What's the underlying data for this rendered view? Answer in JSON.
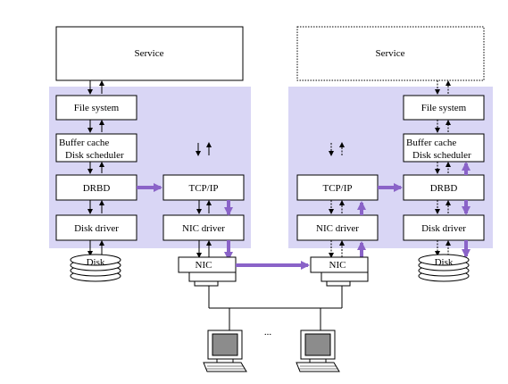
{
  "left_node": {
    "service": "Service",
    "file_system": "File system",
    "buffer_cache_line1": "Buffer cache",
    "buffer_cache_line2": "Disk scheduler",
    "drbd": "DRBD",
    "tcpip": "TCP/IP",
    "disk_driver": "Disk driver",
    "nic_driver": "NIC driver",
    "nic": "NIC",
    "disk": "Disk"
  },
  "right_node": {
    "service": "Service",
    "file_system": "File system",
    "buffer_cache_line1": "Buffer cache",
    "buffer_cache_line2": "Disk scheduler",
    "drbd": "DRBD",
    "tcpip": "TCP/IP",
    "disk_driver": "Disk driver",
    "nic_driver": "NIC driver",
    "nic": "NIC",
    "disk": "Disk"
  },
  "network": {
    "ellipsis": "..."
  },
  "colors": {
    "node_background": "#d9d6f5",
    "data_flow_arrow": "#8a63c8",
    "box_fill": "#ffffff",
    "stroke": "#000000",
    "monitor_screen": "#8c8c8c"
  }
}
